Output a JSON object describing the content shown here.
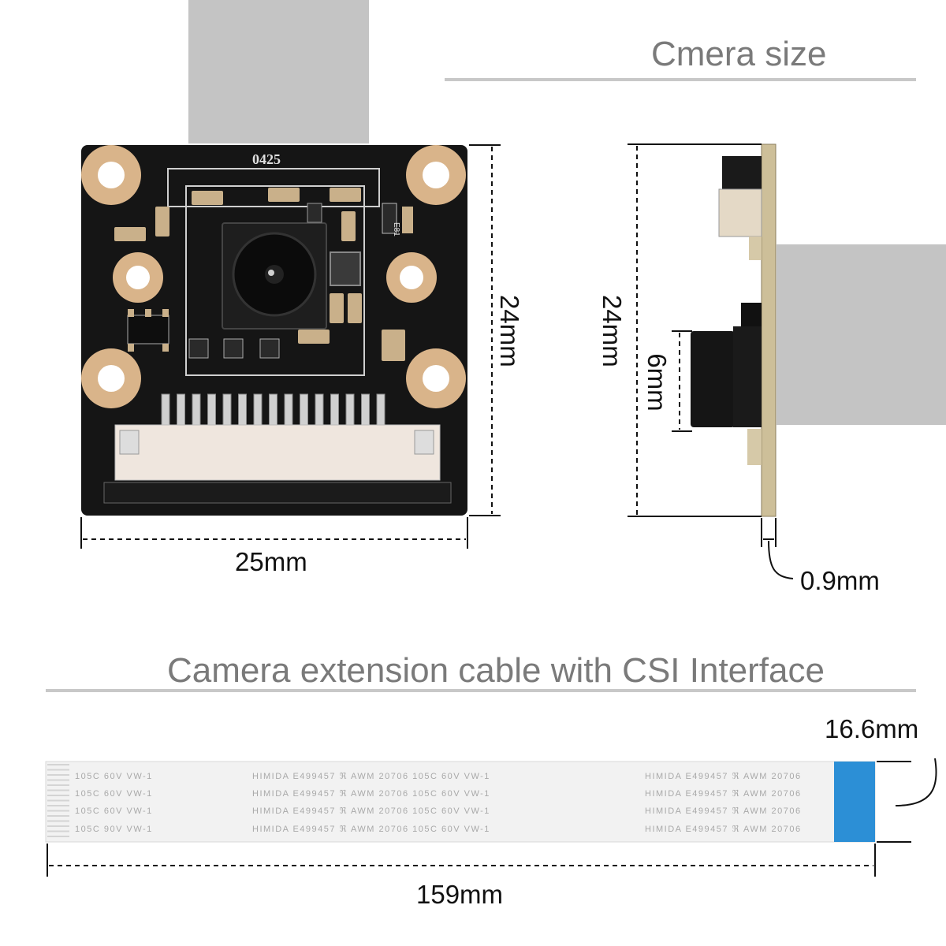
{
  "section_titles": {
    "camera_size": "Cmera size",
    "cable": "Camera extension cable with CSI Interface"
  },
  "board": {
    "silkscreen_code": "0425",
    "silkscreen_e81": "E81"
  },
  "dimensions": {
    "board_width": "25mm",
    "board_height": "24mm",
    "side_height": "24mm",
    "lens_height": "6mm",
    "board_thickness": "0.9mm",
    "cable_width": "16.6mm",
    "cable_length": "159mm"
  },
  "cable_print": {
    "left_rows": [
      "105C  60V  VW-1",
      "105C  60V  VW-1",
      "105C  60V  VW-1",
      "105C  90V  VW-1"
    ],
    "middle_rows": [
      "HIMIDA  E499457  ℜ  AWM  20706  105C  60V  VW-1",
      "HIMIDA  E499457  ℜ  AWM  20706  105C  60V  VW-1",
      "HIMIDA  E499457  ℜ  AWM  20706  105C  60V  VW-1",
      "HIMIDA  E499457  ℜ  AWM  20706  105C  60V  VW-1"
    ],
    "right_rows": [
      "HIMIDA  E499457  ℜ  AWM  20706",
      "HIMIDA  E499457  ℜ  AWM  20706",
      "HIMIDA  E499457  ℜ  AWM  20706",
      "HIMIDA  E499457  ℜ  AWM  20706"
    ]
  },
  "colors": {
    "pcb": "#151515",
    "pad_gold": "#d9b48a",
    "cable_tab": "#2c8fd6",
    "title_grey": "#7a7a7a",
    "background_block": "#c4c4c4"
  }
}
